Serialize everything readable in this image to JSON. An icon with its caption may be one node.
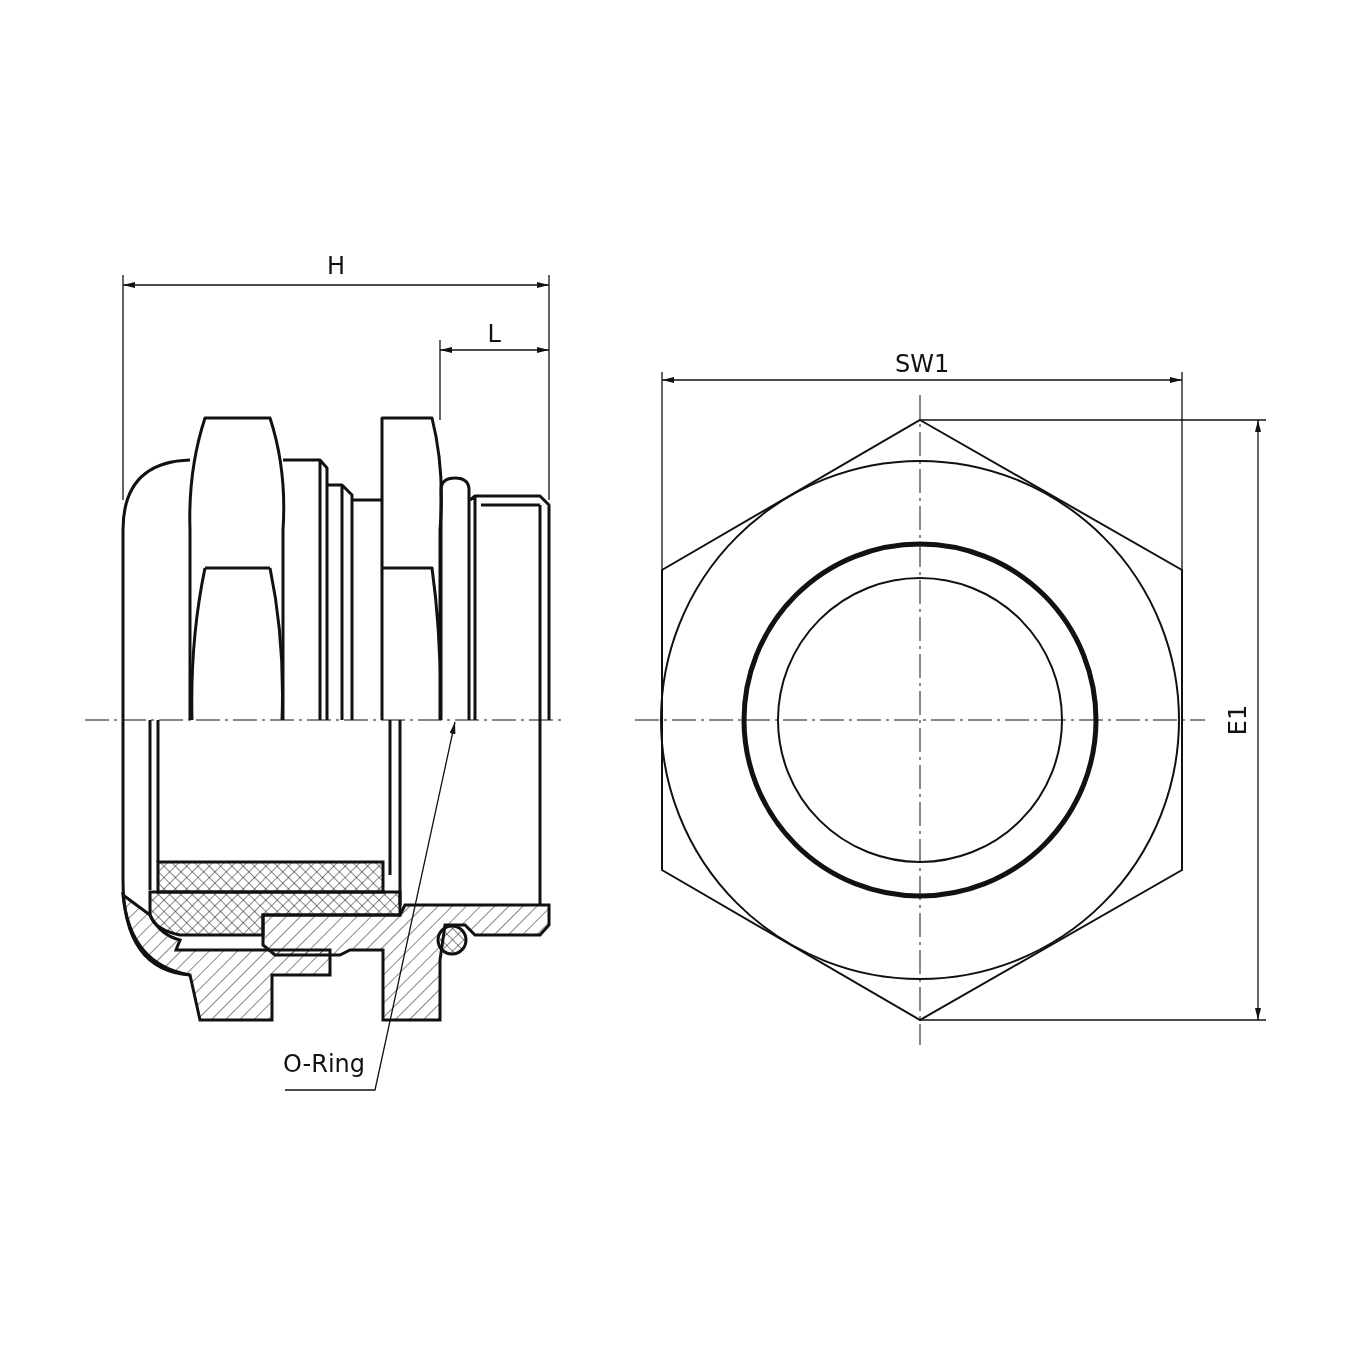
{
  "diagram": {
    "nodes": [
      {
        "text": [
          "O-Ring"
        ]
      },
      {
        "text": [],
        "shape": "picture"
      }
    ],
    "edges": [
      {
        "from": 0,
        "to": 1,
        "arrow": "to"
      }
    ],
    "labels": [
      "H",
      "L",
      "SW1",
      "E1"
    ]
  }
}
